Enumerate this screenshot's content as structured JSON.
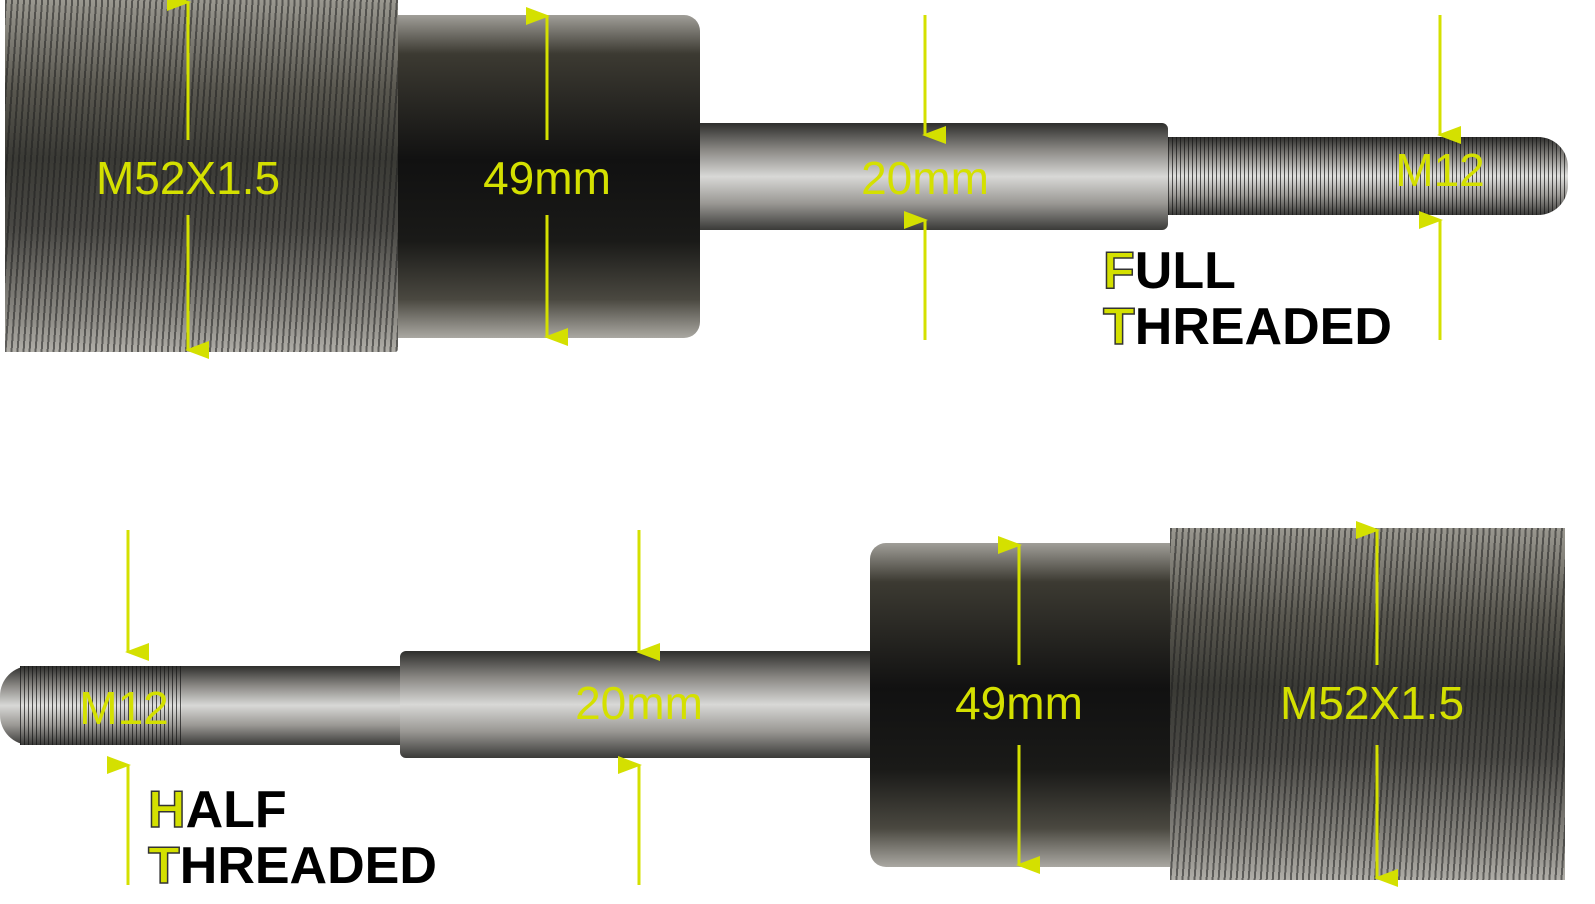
{
  "full_threaded": {
    "labels": {
      "thread_big": "M52X1.5",
      "body": "49mm",
      "shaft": "20mm",
      "thread_small": "M12"
    },
    "title": {
      "line1_initial": "F",
      "line1_rest": "ULL",
      "line2_initial": "T",
      "line2_rest": "HREADED"
    }
  },
  "half_threaded": {
    "labels": {
      "thread_small": "M12",
      "shaft": "20mm",
      "body": "49mm",
      "thread_big": "M52X1.5"
    },
    "title": {
      "line1_initial": "H",
      "line1_rest": "ALF",
      "line2_initial": "T",
      "line2_rest": "HREADED"
    }
  },
  "colors": {
    "accent": "#d4e000"
  }
}
